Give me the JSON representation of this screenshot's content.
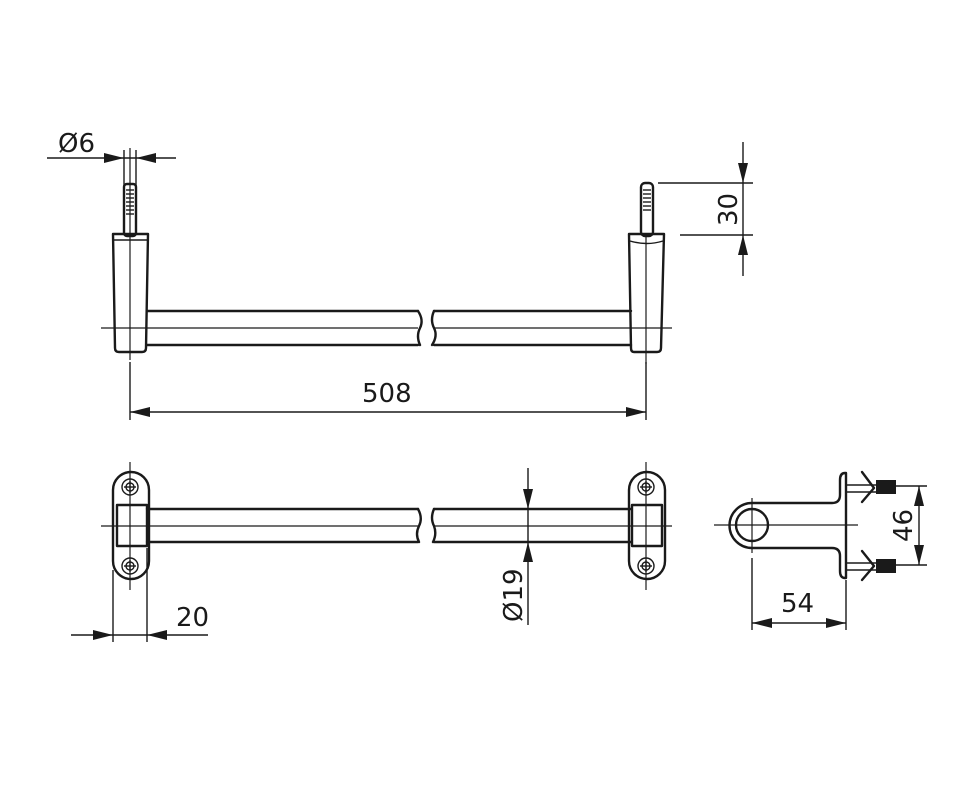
{
  "drawing": {
    "title": "Towel rail technical drawing",
    "views": [
      "front-elevation",
      "top-plan",
      "side-section"
    ],
    "line_color": "#1a1a1a",
    "background": "#ffffff"
  },
  "dimensions": {
    "pin_diameter": "Ø6",
    "pin_length": "30",
    "overall_length": "508",
    "bracket_width": "20",
    "rail_diameter": "Ø19",
    "projection": "54",
    "screw_spacing": "46"
  }
}
